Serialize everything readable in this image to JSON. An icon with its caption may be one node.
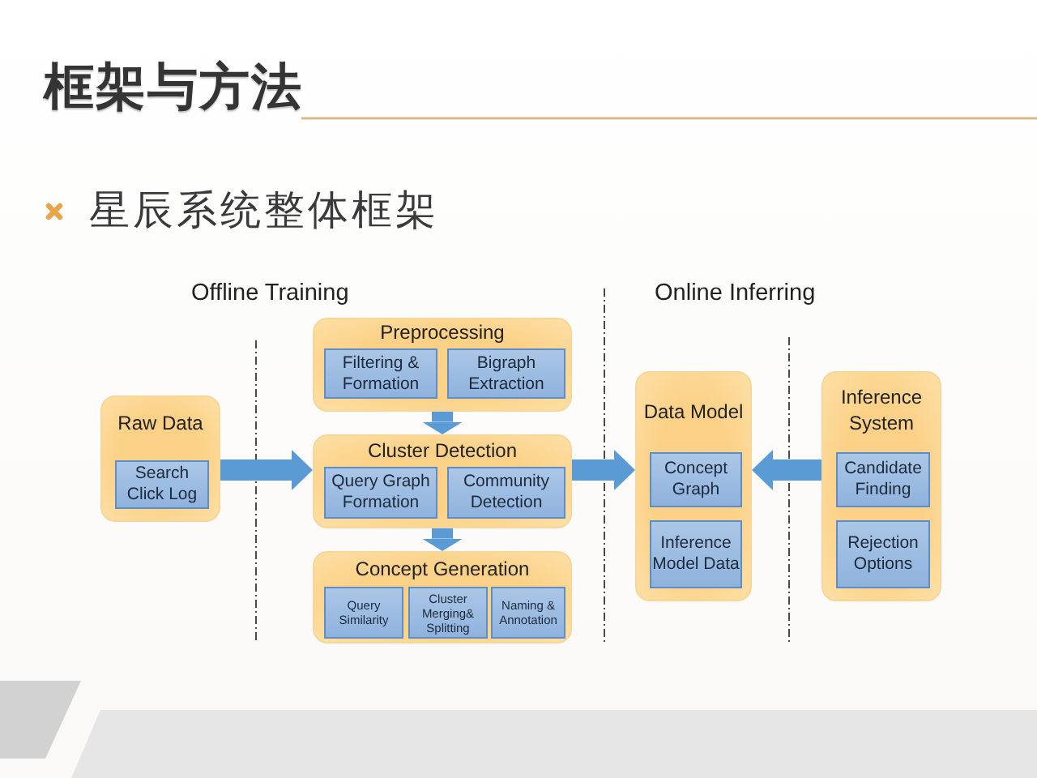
{
  "diagram": {
    "title": "框架与方法",
    "nodes": [
      {
        "text": [
          "Raw Data"
        ]
      },
      {
        "text": [
          "Search Click Log"
        ],
        "in": 0
      },
      {
        "text": [
          "Preprocessing"
        ]
      },
      {
        "text": [
          "Filtering & Formation"
        ],
        "in": 2
      },
      {
        "text": [
          "Bigraph Extraction"
        ],
        "in": 2
      },
      {
        "text": [
          "Cluster Detection"
        ]
      },
      {
        "text": [
          "Query Graph Formation"
        ],
        "in": 5
      },
      {
        "text": [
          "Community Detection"
        ],
        "in": 5
      },
      {
        "text": [
          "Concept Generation"
        ]
      },
      {
        "text": [
          "Query Similarity"
        ],
        "in": 8
      },
      {
        "text": [
          "Cluster Merging& Splitting"
        ],
        "in": 8
      },
      {
        "text": [
          "Naming & Annotation"
        ],
        "in": 8
      },
      {
        "text": [
          "Data Model"
        ]
      },
      {
        "text": [
          "Concept Graph"
        ],
        "in": 12
      },
      {
        "text": [
          "Inference Model Data"
        ],
        "in": 12
      },
      {
        "text": [
          "Inference System"
        ]
      },
      {
        "text": [
          "Candidate Finding"
        ],
        "in": 15
      },
      {
        "text": [
          "Rejection Options"
        ],
        "in": 15
      }
    ],
    "edges": [
      {
        "from": 0,
        "to": 5,
        "arrow": "to"
      },
      {
        "from": 2,
        "to": 5,
        "arrow": "to"
      },
      {
        "from": 5,
        "to": 8,
        "arrow": "to"
      },
      {
        "from": 5,
        "to": 12,
        "arrow": "to"
      },
      {
        "from": 15,
        "to": 12,
        "arrow": "to"
      }
    ],
    "labels": [
      "星辰系统整体框架",
      "Offline Training",
      "Online Inferring"
    ]
  }
}
